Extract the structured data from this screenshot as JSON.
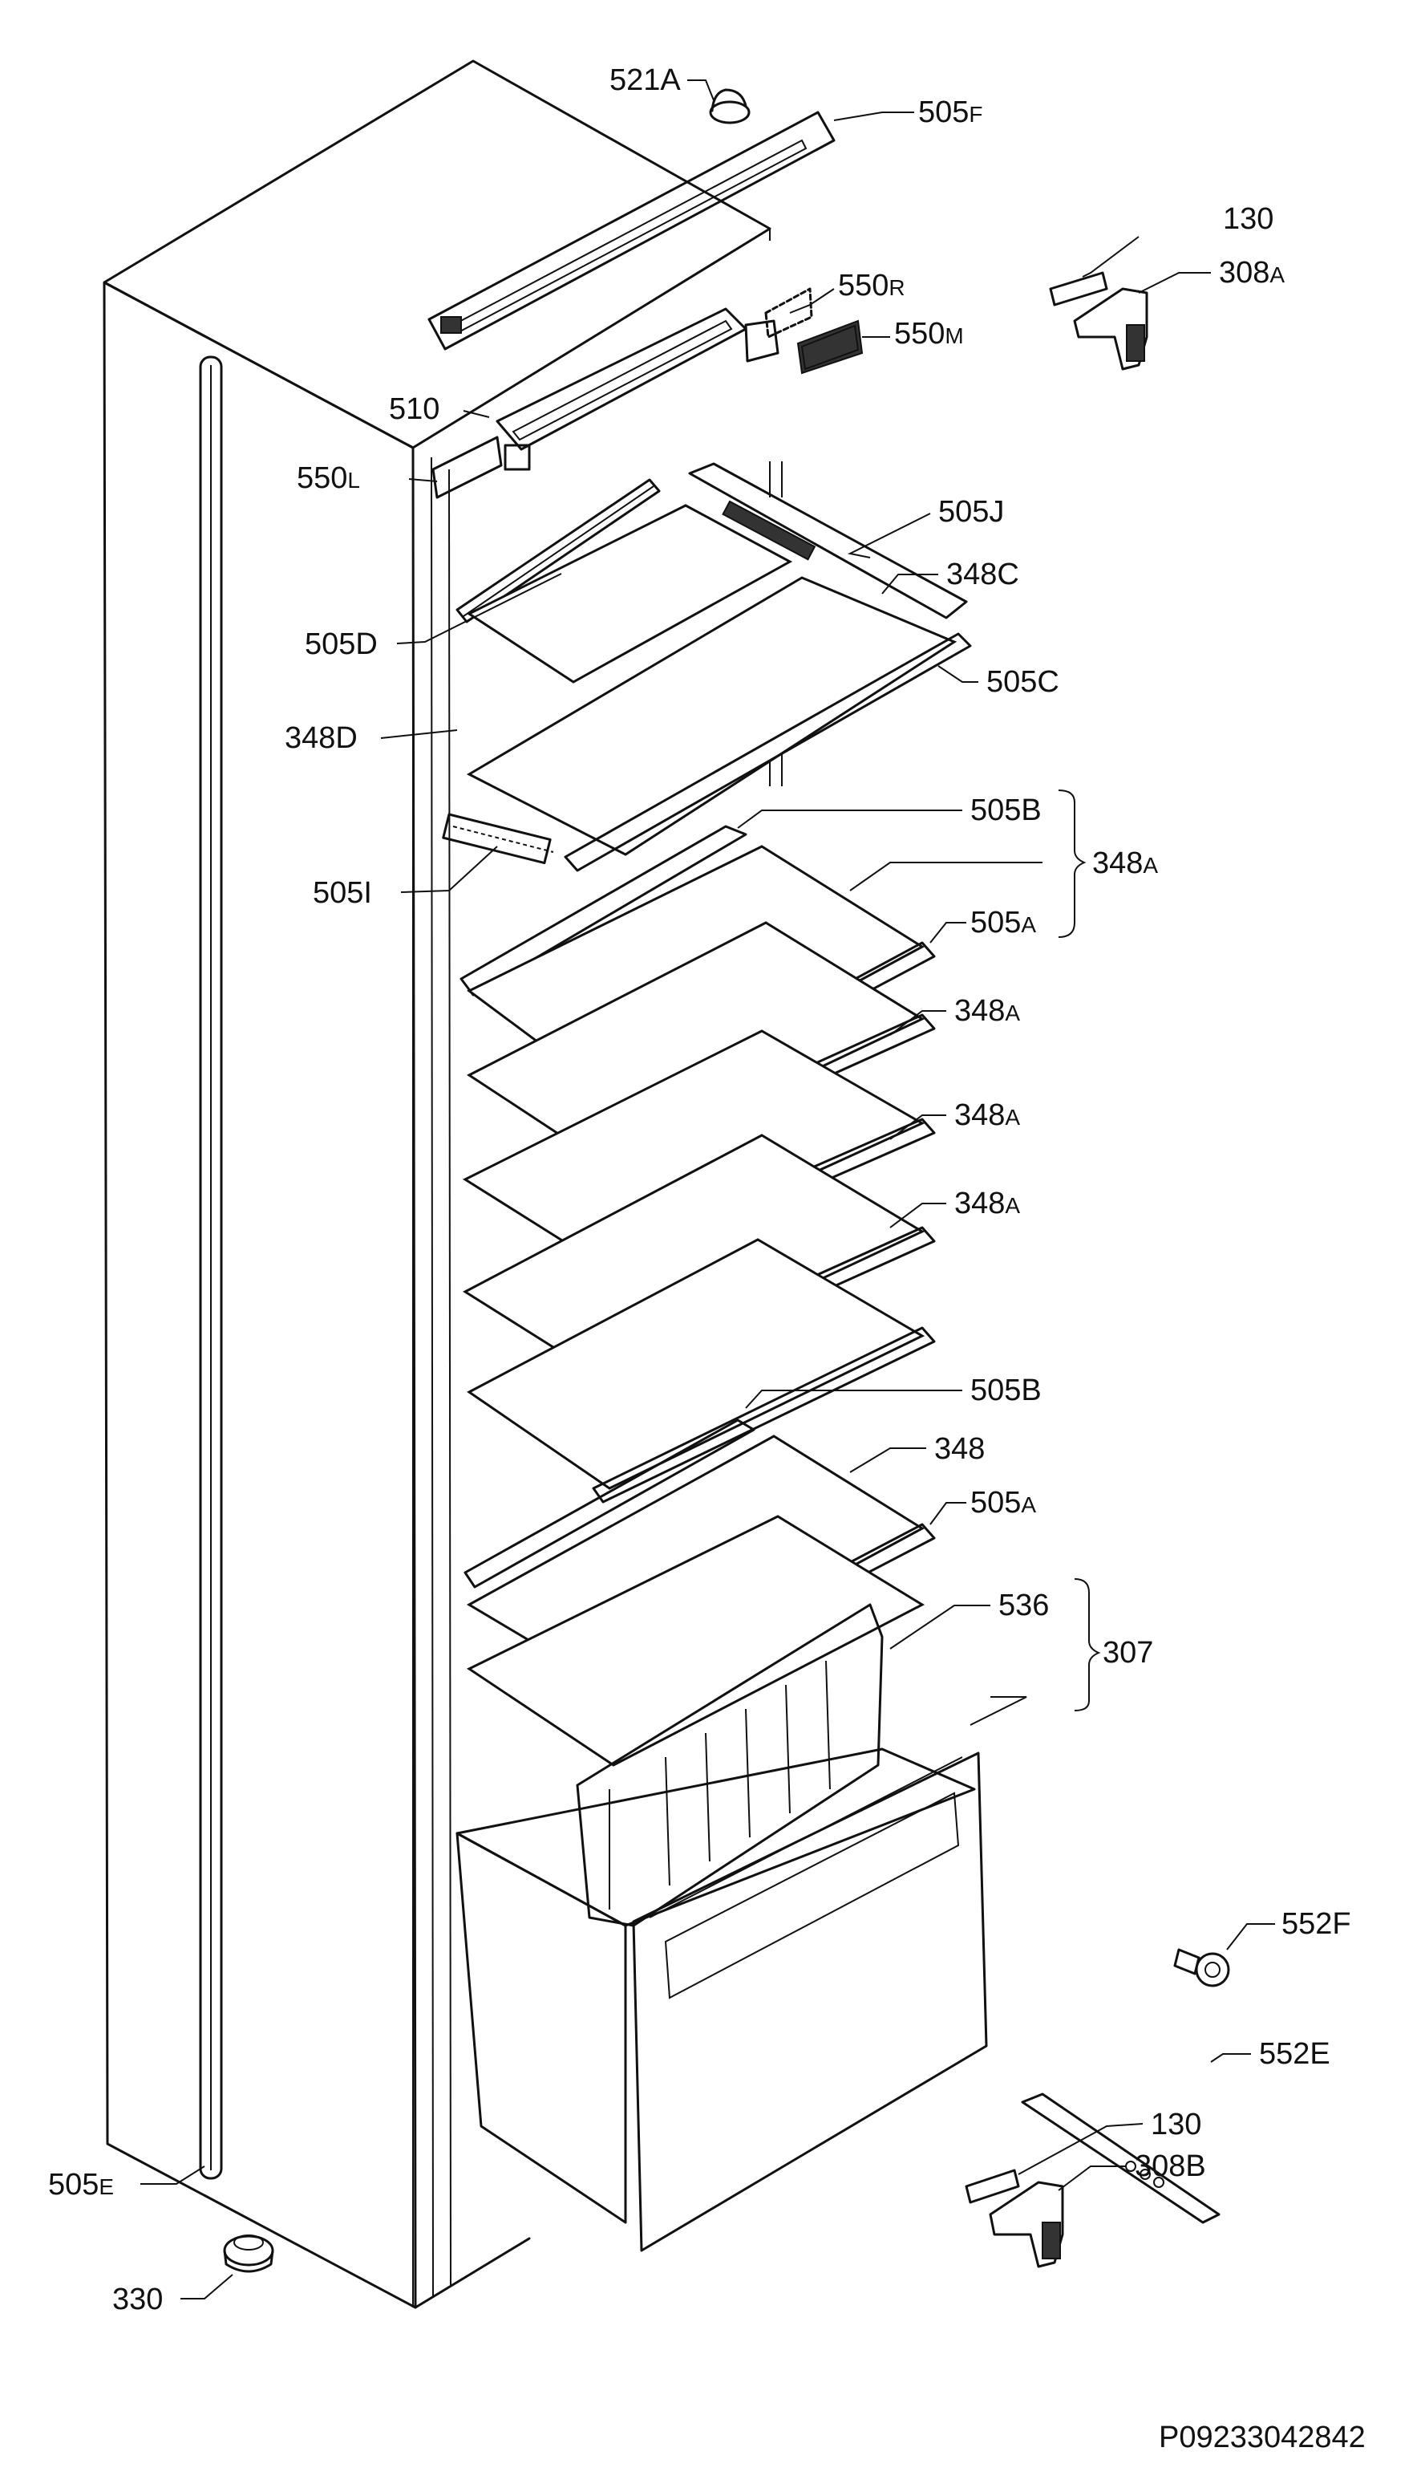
{
  "document_id": "P09233042842",
  "colors": {
    "ink": "#111111",
    "background": "#ffffff"
  },
  "labels": [
    {
      "id": "521A",
      "main": "521",
      "suffix": "A"
    },
    {
      "id": "505F",
      "main": "505",
      "suffix": "F"
    },
    {
      "id": "130-top",
      "main": "130",
      "suffix": ""
    },
    {
      "id": "308A",
      "main": "308",
      "suffix": "A"
    },
    {
      "id": "550R",
      "main": "550",
      "suffix": "R"
    },
    {
      "id": "550M",
      "main": "550",
      "suffix": "M"
    },
    {
      "id": "510",
      "main": "510",
      "suffix": ""
    },
    {
      "id": "550L",
      "main": "550",
      "suffix": "L"
    },
    {
      "id": "505J",
      "main": "505J",
      "suffix": ""
    },
    {
      "id": "348C",
      "main": "348C",
      "suffix": ""
    },
    {
      "id": "505D",
      "main": "505D",
      "suffix": ""
    },
    {
      "id": "505C",
      "main": "505C",
      "suffix": ""
    },
    {
      "id": "348D",
      "main": "348D",
      "suffix": ""
    },
    {
      "id": "505B-top",
      "main": "505B",
      "suffix": ""
    },
    {
      "id": "348A-group",
      "main": "348",
      "suffix": "A"
    },
    {
      "id": "505I",
      "main": "505I",
      "suffix": ""
    },
    {
      "id": "505A-top",
      "main": "505",
      "suffix": "A"
    },
    {
      "id": "348A-2",
      "main": "348",
      "suffix": "A"
    },
    {
      "id": "348A-3",
      "main": "348",
      "suffix": "A"
    },
    {
      "id": "348A-4",
      "main": "348",
      "suffix": "A"
    },
    {
      "id": "505B-bottom",
      "main": "505B",
      "suffix": ""
    },
    {
      "id": "348",
      "main": "348",
      "suffix": ""
    },
    {
      "id": "505A-bottom",
      "main": "505",
      "suffix": "A"
    },
    {
      "id": "536",
      "main": "536",
      "suffix": ""
    },
    {
      "id": "307",
      "main": "307",
      "suffix": ""
    },
    {
      "id": "552F",
      "main": "552F",
      "suffix": ""
    },
    {
      "id": "552E",
      "main": "552E",
      "suffix": ""
    },
    {
      "id": "130-bottom",
      "main": "130",
      "suffix": ""
    },
    {
      "id": "308B",
      "main": "308B",
      "suffix": ""
    },
    {
      "id": "505E",
      "main": "505",
      "suffix": "E"
    },
    {
      "id": "330",
      "main": "330",
      "suffix": ""
    }
  ]
}
